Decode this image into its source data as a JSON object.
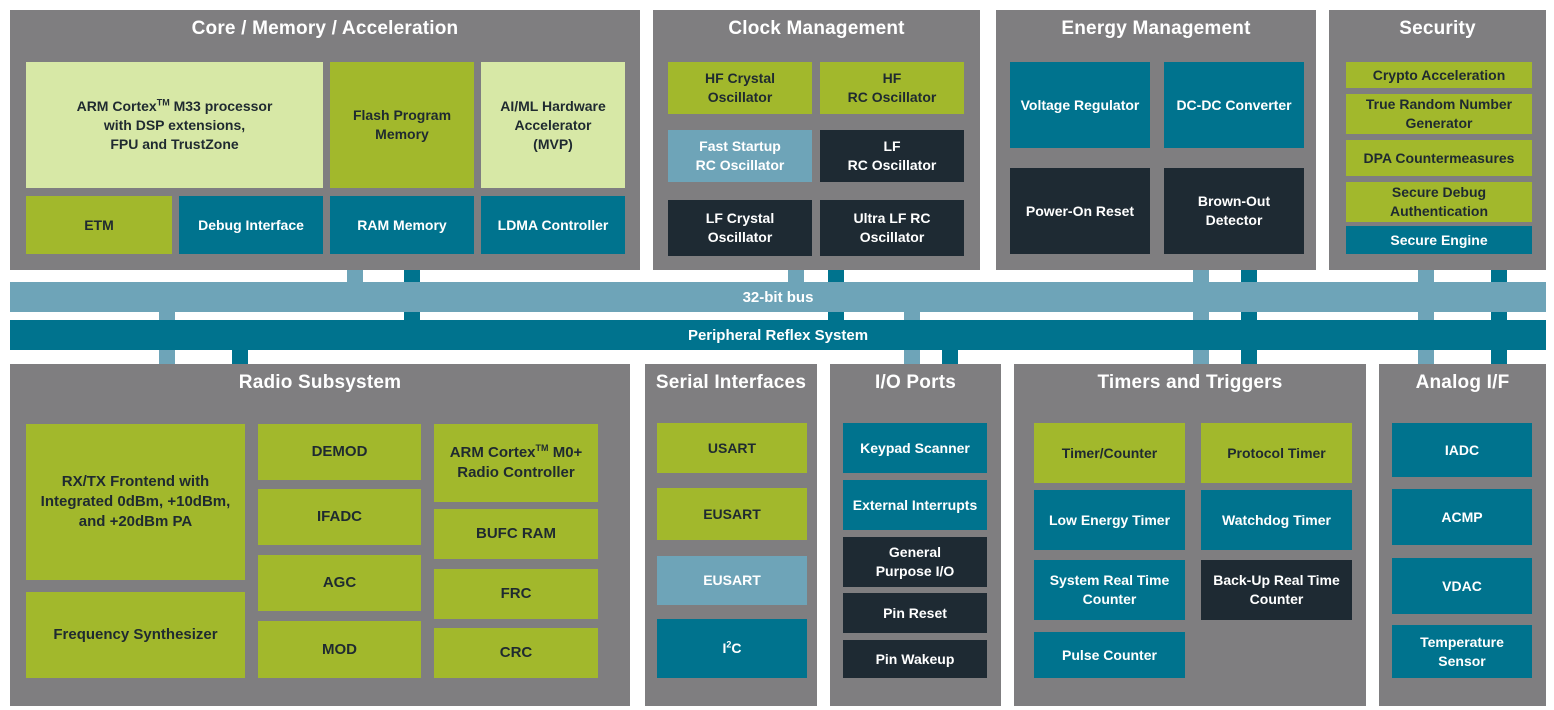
{
  "bus": {
    "bus32_label": "32-bit bus",
    "prs_label": "Peripheral Reflex System"
  },
  "core": {
    "title": "Core / Memory / Acceleration",
    "arm_m33": {
      "pre": "ARM Cortex",
      "sup": "TM",
      "post": " M33 processor\nwith DSP extensions,\nFPU and TrustZone"
    },
    "flash": "Flash Program\nMemory",
    "aiml": "AI/ML Hardware\nAccelerator\n(MVP)",
    "etm": "ETM",
    "debug": "Debug Interface",
    "ram": "RAM Memory",
    "ldma": "LDMA Controller"
  },
  "clock": {
    "title": "Clock Management",
    "hf_crystal": "HF Crystal\nOscillator",
    "hf_rc": "HF\nRC Oscillator",
    "fast_startup_rc": "Fast Startup\nRC Oscillator",
    "lf_rc": "LF\nRC Oscillator",
    "lf_crystal": "LF Crystal\nOscillator",
    "ultra_lf_rc": "Ultra LF RC\nOscillator"
  },
  "energy": {
    "title": "Energy Management",
    "voltage_regulator": "Voltage Regulator",
    "dcdc": "DC-DC Converter",
    "por": "Power-On Reset",
    "brownout": "Brown-Out\nDetector"
  },
  "security": {
    "title": "Security",
    "crypto": "Crypto Acceleration",
    "trng": "True Random Number\nGenerator",
    "dpa": "DPA Countermeasures",
    "secure_debug": "Secure Debug\nAuthentication",
    "secure_engine": "Secure Engine"
  },
  "radio": {
    "title": "Radio Subsystem",
    "frontend": "RX/TX Frontend with\nIntegrated 0dBm, +10dBm,\nand +20dBm PA",
    "freq_synth": "Frequency Synthesizer",
    "demod": "DEMOD",
    "ifadc": "IFADC",
    "agc": "AGC",
    "mod": "MOD",
    "arm_m0": {
      "pre": "ARM Cortex",
      "sup": "TM",
      "post": " M0+\nRadio Controller"
    },
    "bufc_ram": "BUFC RAM",
    "frc": "FRC",
    "crc": "CRC"
  },
  "serial": {
    "title": "Serial Interfaces",
    "usart": "USART",
    "eusart1": "EUSART",
    "eusart2": "EUSART",
    "i2c": {
      "pre": "I",
      "sup": "2",
      "post": "C"
    }
  },
  "io": {
    "title": "I/O Ports",
    "keypad": "Keypad Scanner",
    "ext_int": "External Interrupts",
    "gpio": "General\nPurpose I/O",
    "pin_reset": "Pin Reset",
    "pin_wakeup": "Pin Wakeup"
  },
  "timers": {
    "title": "Timers and Triggers",
    "timer_counter": "Timer/Counter",
    "protocol_timer": "Protocol Timer",
    "le_timer": "Low Energy Timer",
    "watchdog": "Watchdog Timer",
    "sysrtc": "System Real Time\nCounter",
    "backup_rtc": "Back-Up Real Time\nCounter",
    "pulse_counter": "Pulse Counter"
  },
  "analog": {
    "title": "Analog I/F",
    "iadc": "IADC",
    "acmp": "ACMP",
    "vdac": "VDAC",
    "temp_sensor": "Temperature\nSensor"
  },
  "colors": {
    "group_gray": "#7f7e80",
    "light_green": "#d7e8a6",
    "green": "#a2b82c",
    "teal": "#00738e",
    "light_blue": "#6ea4b8",
    "dark": "#1e2a33"
  }
}
